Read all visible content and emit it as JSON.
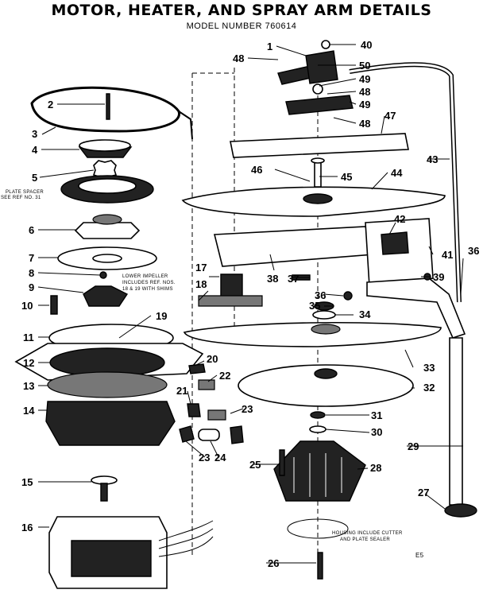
{
  "title": "MOTOR, HEATER, AND SPRAY ARM DETAILS",
  "subtitle": "MODEL NUMBER 760614",
  "notes": {
    "plate_spacer": "PLATE SPACER",
    "plate_spacer_ref": "SEE REF NO. 31",
    "impeller_1": "LOWER IMPELLER",
    "impeller_2": "INCLUDES REF. NOS.",
    "impeller_3": "18 & 19 WITH SHIMS",
    "housing_1": "HOUSING INCLUDE CUTTER",
    "housing_2": "AND PLATE SEALER"
  },
  "page_mark": "E5",
  "callouts": [
    {
      "id": "c1",
      "label": "1"
    },
    {
      "id": "c2",
      "label": "2"
    },
    {
      "id": "c3",
      "label": "3"
    },
    {
      "id": "c4",
      "label": "4"
    },
    {
      "id": "c5",
      "label": "5"
    },
    {
      "id": "c6",
      "label": "6"
    },
    {
      "id": "c7",
      "label": "7"
    },
    {
      "id": "c8",
      "label": "8"
    },
    {
      "id": "c9",
      "label": "9"
    },
    {
      "id": "c10",
      "label": "10"
    },
    {
      "id": "c11",
      "label": "11"
    },
    {
      "id": "c12",
      "label": "12"
    },
    {
      "id": "c13",
      "label": "13"
    },
    {
      "id": "c14",
      "label": "14"
    },
    {
      "id": "c15",
      "label": "15"
    },
    {
      "id": "c16",
      "label": "16"
    },
    {
      "id": "c17",
      "label": "17"
    },
    {
      "id": "c18",
      "label": "18"
    },
    {
      "id": "c19",
      "label": "19"
    },
    {
      "id": "c20",
      "label": "20"
    },
    {
      "id": "c21",
      "label": "21"
    },
    {
      "id": "c22",
      "label": "22"
    },
    {
      "id": "c23a",
      "label": "23"
    },
    {
      "id": "c23b",
      "label": "23"
    },
    {
      "id": "c24",
      "label": "24"
    },
    {
      "id": "c25",
      "label": "25"
    },
    {
      "id": "c26",
      "label": "26"
    },
    {
      "id": "c27",
      "label": "27"
    },
    {
      "id": "c28",
      "label": "28"
    },
    {
      "id": "c29",
      "label": "29"
    },
    {
      "id": "c30",
      "label": "30"
    },
    {
      "id": "c31",
      "label": "31"
    },
    {
      "id": "c32",
      "label": "32"
    },
    {
      "id": "c33",
      "label": "33"
    },
    {
      "id": "c34",
      "label": "34"
    },
    {
      "id": "c35",
      "label": "35"
    },
    {
      "id": "c36a",
      "label": "36"
    },
    {
      "id": "c36b",
      "label": "36"
    },
    {
      "id": "c37",
      "label": "37"
    },
    {
      "id": "c38",
      "label": "38"
    },
    {
      "id": "c39",
      "label": "39"
    },
    {
      "id": "c40",
      "label": "40"
    },
    {
      "id": "c41",
      "label": "41"
    },
    {
      "id": "c42",
      "label": "42"
    },
    {
      "id": "c43",
      "label": "43"
    },
    {
      "id": "c44",
      "label": "44"
    },
    {
      "id": "c45",
      "label": "45"
    },
    {
      "id": "c46",
      "label": "46"
    },
    {
      "id": "c47",
      "label": "47"
    },
    {
      "id": "c48a",
      "label": "48"
    },
    {
      "id": "c48b",
      "label": "48"
    },
    {
      "id": "c48c",
      "label": "48"
    },
    {
      "id": "c49a",
      "label": "49"
    },
    {
      "id": "c49b",
      "label": "49"
    },
    {
      "id": "c50",
      "label": "50"
    }
  ]
}
